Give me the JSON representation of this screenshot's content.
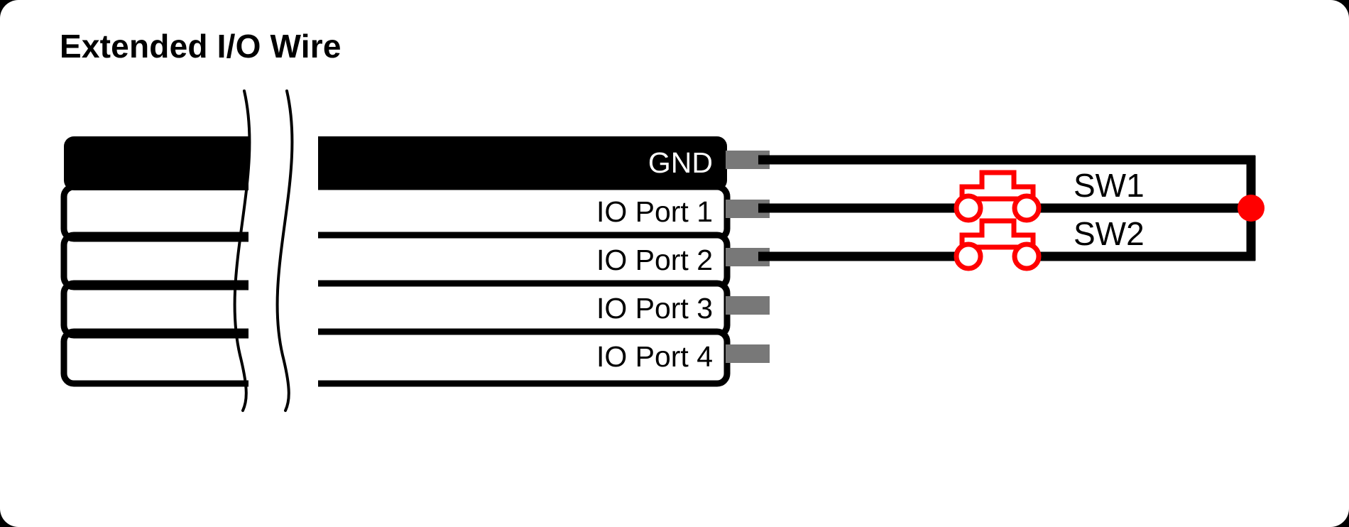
{
  "title": "Extended I/O Wire",
  "colors": {
    "background": "#000000",
    "card": "#ffffff",
    "ink": "#000000",
    "pin": "#787878",
    "switch": "#ff0000",
    "junction": "#ff0000"
  },
  "connector": {
    "rows": [
      {
        "id": "gnd",
        "label": "GND",
        "filled": true,
        "wired": true
      },
      {
        "id": "port1",
        "label": "IO Port 1",
        "filled": false,
        "wired": true
      },
      {
        "id": "port2",
        "label": "IO Port 2",
        "filled": false,
        "wired": true
      },
      {
        "id": "port3",
        "label": "IO Port 3",
        "filled": false,
        "wired": false
      },
      {
        "id": "port4",
        "label": "IO Port 4",
        "filled": false,
        "wired": false
      }
    ]
  },
  "switches": [
    {
      "id": "sw1",
      "label": "SW1"
    },
    {
      "id": "sw2",
      "label": "SW2"
    }
  ]
}
